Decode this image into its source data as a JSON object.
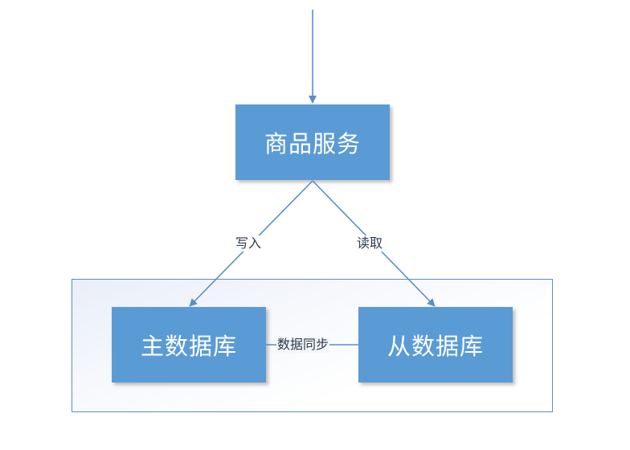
{
  "nodes": {
    "service": "商品服务",
    "master_db": "主数据库",
    "slave_db": "从数据库"
  },
  "edges": {
    "write": "写入",
    "read": "读取",
    "sync": "数据同步"
  },
  "colors": {
    "node_fill": "#5b9bd5",
    "node_text": "#ffffff",
    "connector": "#5b8ec7",
    "group_border": "#5b8ec7"
  }
}
